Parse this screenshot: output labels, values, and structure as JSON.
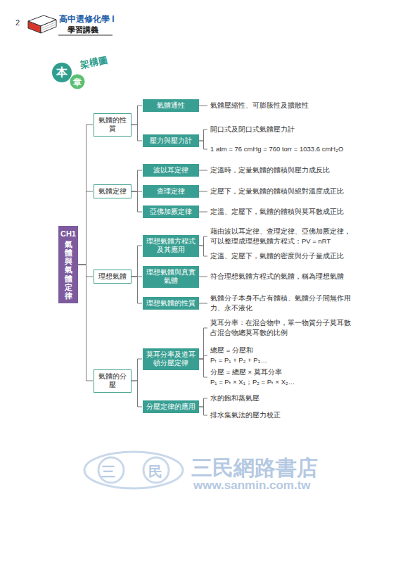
{
  "diagram": {
    "nodes": [
      {
        "text": [
          "CH1",
          "氣體與氣體定律"
        ]
      },
      {
        "text": [
          "氣體的性質"
        ]
      },
      {
        "text": [
          "氣體通性"
        ]
      },
      {
        "text": [
          "氣體壓縮性、可膨脹性及擴散性"
        ]
      },
      {
        "text": [
          "壓力與壓力計"
        ]
      },
      {
        "text": [
          "開口式及閉口式氣體壓力計"
        ]
      },
      {
        "text": [
          "1 atm = 76 cmHg = 760 torr = 1033.6 cmH₂O"
        ]
      },
      {
        "text": [
          "氣體定律"
        ]
      },
      {
        "text": [
          "波以耳定律"
        ]
      },
      {
        "text": [
          "定溫時，定量氣體的體積與壓力成反比"
        ]
      },
      {
        "text": [
          "查理定律"
        ]
      },
      {
        "text": [
          "定壓下，定量氣體的體積與絕對溫度成正比"
        ]
      },
      {
        "text": [
          "亞佛加厥定律"
        ]
      },
      {
        "text": [
          "定溫、定壓下，氣體的體積與莫耳數成正比"
        ]
      },
      {
        "text": [
          "理想氣體"
        ]
      },
      {
        "text": [
          "理想氣體方程式及其應用"
        ]
      },
      {
        "text": [
          "藉由波以耳定律、查理定律、亞佛加厥定律，可以整理成理想氣體方程式：PV = nRT"
        ]
      },
      {
        "text": [
          "定溫、定壓下，氣體的密度與分子量成正比"
        ]
      },
      {
        "text": [
          "理想氣體與真實氣體"
        ]
      },
      {
        "text": [
          "符合理想氣體方程式的氣體，稱為理想氣體"
        ]
      },
      {
        "text": [
          "理想氣體的性質"
        ]
      },
      {
        "text": [
          "氣體分子本身不占有體積、氣體分子間無作用力、永不液化"
        ]
      },
      {
        "text": [
          "氣體的分壓"
        ]
      },
      {
        "text": [
          "莫耳分率及道耳頓分壓定律"
        ]
      },
      {
        "text": [
          "莫耳分率：在混合物中，單一物質分子莫耳數占混合物總莫耳數的比例"
        ]
      },
      {
        "text": [
          "總壓 = 分壓和",
          "Pₜ = P₁ + P₂ + P₃…"
        ]
      },
      {
        "text": [
          "分壓 = 總壓 × 莫耳分率",
          "P₁ = Pₜ × X₁；P₂ = Pₜ × X₂…"
        ]
      },
      {
        "text": [
          "分壓定律的應用"
        ]
      },
      {
        "text": [
          "水的飽和蒸氣壓"
        ]
      },
      {
        "text": [
          "排水集氣法的壓力校正"
        ]
      }
    ],
    "edges": [
      {
        "from": 0,
        "to": 1,
        "arrow": "none"
      },
      {
        "from": 0,
        "to": 7,
        "arrow": "none"
      },
      {
        "from": 0,
        "to": 14,
        "arrow": "none"
      },
      {
        "from": 0,
        "to": 22,
        "arrow": "none"
      },
      {
        "from": 1,
        "to": 2,
        "arrow": "none"
      },
      {
        "from": 1,
        "to": 4,
        "arrow": "none"
      },
      {
        "from": 2,
        "to": 3,
        "arrow": "none"
      },
      {
        "from": 4,
        "to": 5,
        "arrow": "none"
      },
      {
        "from": 4,
        "to": 6,
        "arrow": "none"
      },
      {
        "from": 7,
        "to": 8,
        "arrow": "none"
      },
      {
        "from": 7,
        "to": 10,
        "arrow": "none"
      },
      {
        "from": 7,
        "to": 12,
        "arrow": "none"
      },
      {
        "from": 8,
        "to": 9,
        "arrow": "none"
      },
      {
        "from": 10,
        "to": 11,
        "arrow": "none"
      },
      {
        "from": 12,
        "to": 13,
        "arrow": "none"
      },
      {
        "from": 14,
        "to": 15,
        "arrow": "none"
      },
      {
        "from": 14,
        "to": 18,
        "arrow": "none"
      },
      {
        "from": 14,
        "to": 20,
        "arrow": "none"
      },
      {
        "from": 15,
        "to": 16,
        "arrow": "none"
      },
      {
        "from": 15,
        "to": 17,
        "arrow": "none"
      },
      {
        "from": 18,
        "to": 19,
        "arrow": "none"
      },
      {
        "from": 20,
        "to": 21,
        "arrow": "none"
      },
      {
        "from": 22,
        "to": 23,
        "arrow": "none"
      },
      {
        "from": 22,
        "to": 27,
        "arrow": "none"
      },
      {
        "from": 23,
        "to": 24,
        "arrow": "none"
      },
      {
        "from": 23,
        "to": 25,
        "arrow": "none"
      },
      {
        "from": 23,
        "to": 26,
        "arrow": "none"
      },
      {
        "from": 27,
        "to": 28,
        "arrow": "none"
      },
      {
        "from": 27,
        "to": 29,
        "arrow": "none"
      }
    ],
    "labels": [
      "2",
      "高中選修化學 I",
      "學習講義",
      "本",
      "章",
      "架構圖",
      "三",
      "民",
      "三民網路書店",
      "www.sanmin.com.tw"
    ]
  }
}
